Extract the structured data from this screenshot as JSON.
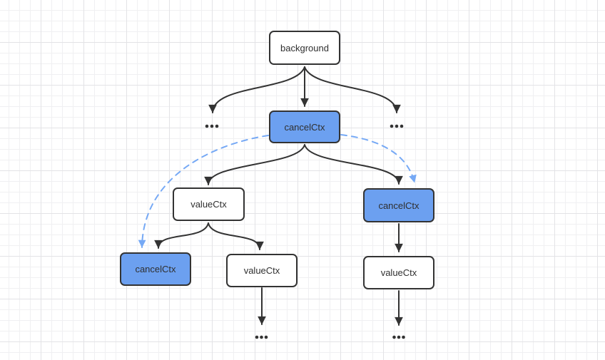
{
  "colors": {
    "canvas_bg": "#ffffff",
    "grid_minor": "#f0f0f2",
    "grid_major": "#e3e3e6",
    "node_border": "#333333",
    "node_fill": "#ffffff",
    "node_fill_highlight": "#6ca0f0",
    "text": "#2f2f2f",
    "arrow": "#333333",
    "dashed_arrow": "#76a9f5"
  },
  "icons": {
    "ellipsis": "more-children-dots"
  },
  "diagram": {
    "nodes": [
      {
        "id": "background",
        "label": "background",
        "highlighted": false
      },
      {
        "id": "cancelctx-root",
        "label": "cancelCtx",
        "highlighted": true
      },
      {
        "id": "valuectx-left",
        "label": "valueCtx",
        "highlighted": false
      },
      {
        "id": "cancelctx-right",
        "label": "cancelCtx",
        "highlighted": true
      },
      {
        "id": "cancelctx-leaf",
        "label": "cancelCtx",
        "highlighted": true
      },
      {
        "id": "valuectx-mid",
        "label": "valueCtx",
        "highlighted": false
      },
      {
        "id": "valuectx-rchild",
        "label": "valueCtx",
        "highlighted": false
      }
    ],
    "edges": [
      {
        "from": "background",
        "to": "cancelctx-root",
        "style": "solid"
      },
      {
        "from": "background",
        "to": "ellipsis-left",
        "style": "solid"
      },
      {
        "from": "background",
        "to": "ellipsis-right",
        "style": "solid"
      },
      {
        "from": "cancelctx-root",
        "to": "valuectx-left",
        "style": "solid"
      },
      {
        "from": "cancelctx-root",
        "to": "cancelctx-right",
        "style": "solid"
      },
      {
        "from": "valuectx-left",
        "to": "cancelctx-leaf",
        "style": "solid"
      },
      {
        "from": "valuectx-left",
        "to": "valuectx-mid",
        "style": "solid"
      },
      {
        "from": "cancelctx-right",
        "to": "valuectx-rchild",
        "style": "solid"
      },
      {
        "from": "valuectx-mid",
        "to": "ellipsis-bottom-mid",
        "style": "solid"
      },
      {
        "from": "valuectx-rchild",
        "to": "ellipsis-bottom-right",
        "style": "solid"
      },
      {
        "from": "cancelctx-root",
        "to": "cancelctx-leaf",
        "style": "dashed"
      },
      {
        "from": "cancelctx-root",
        "to": "cancelctx-right",
        "style": "dashed"
      }
    ]
  }
}
